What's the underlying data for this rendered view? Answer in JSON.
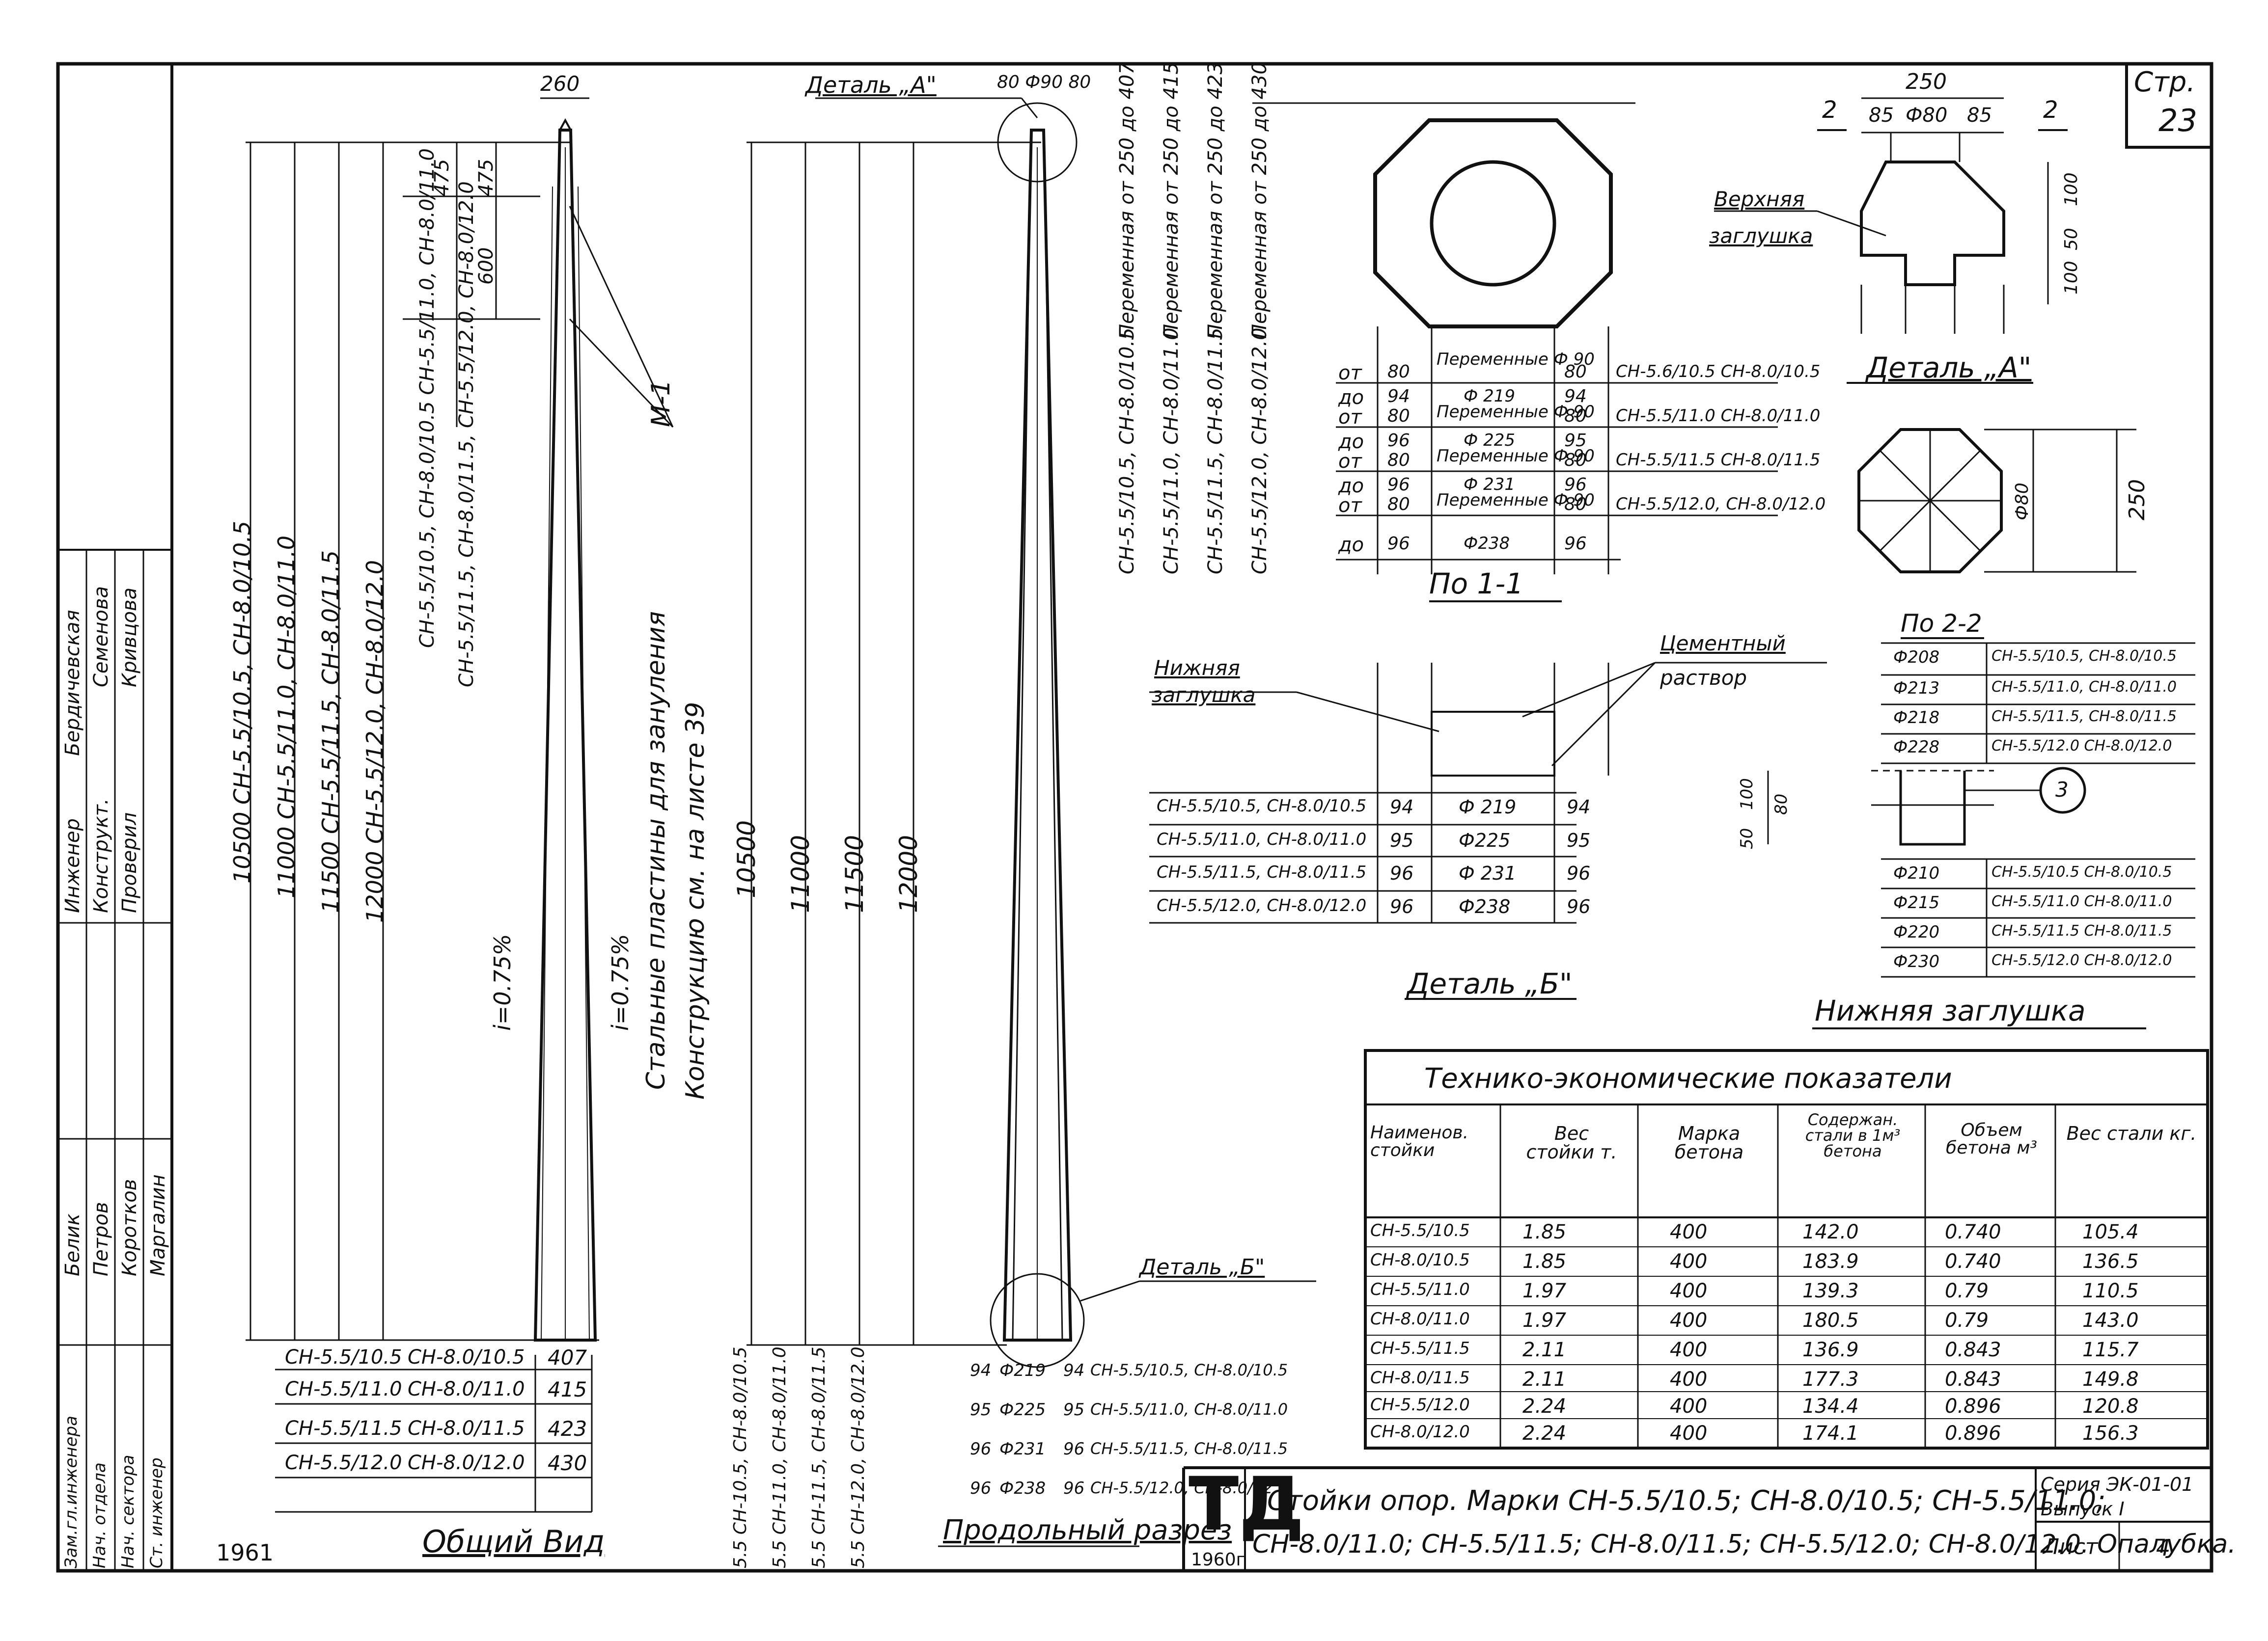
{
  "sheet_label": "Стр.",
  "sheet_number": "23",
  "year_stamp": "1961",
  "stamp_letters": "ТД",
  "stamp_year": "1960г",
  "general_view": {
    "title": "Общий Вид",
    "width_dim": "260",
    "heights": [
      "10500 СН-5.5/10.5, СН-8.0/10.5",
      "11000 СН-5.5/11.0, СН-8.0/11.0",
      "11500 СН-5.5/11.5, СН-8.0/11.5",
      "12000 СН-5.5/12.0, СН-8.0/12.0"
    ],
    "top_dims": [
      "475",
      "475",
      "600"
    ],
    "top_dims_labels": [
      "СН-5.5/10.5, СН-8.0/10.5 СН-5.5/11.0, СН-8.0/11.0",
      "СН-5.5/11.5, СН-8.0/11.5, СН-5.5/12.0, СН-8.0/12.0"
    ],
    "slope1": "i=0.75%",
    "slope2": "i=0.75%",
    "plate_label": "М-1",
    "plate_note_1": "Стальные пластины для зануления",
    "plate_note_2": "Конструкцию см. на листе 39",
    "base_rows": [
      {
        "a": "СН-5.5/10.5",
        "b": "СН-8.0/10.5",
        "v": "407"
      },
      {
        "a": "СН-5.5/11.0",
        "b": "СН-8.0/11.0",
        "v": "415"
      },
      {
        "a": "СН-5.5/11.5",
        "b": "СН-8.0/11.5",
        "v": "423"
      },
      {
        "a": "СН-5.5/12.0",
        "b": "СН-8.0/12.0",
        "v": "430"
      }
    ]
  },
  "long_section": {
    "title": "Продольный разрез",
    "detail_a": "Деталь „А\"",
    "detail_b": "Деталь „Б\"",
    "top_dims": "80 Ф90 80",
    "lengths": [
      "10500",
      "11000",
      "11500",
      "12000"
    ],
    "left_labels": [
      "5.5 СН-10.5, СН-8.0/10.5",
      "5.5 СН-11.0, СН-8.0/11.0",
      "5.5 СН-11.5, СН-8.0/11.5",
      "5.5 СН-12.0, СН-8.0/12.0"
    ],
    "base_rows": [
      {
        "l": "94",
        "d": "Ф219",
        "r": "94",
        "m": "СН-5.5/10.5, СН-8.0/10.5"
      },
      {
        "l": "95",
        "d": "Ф225",
        "r": "95",
        "m": "СН-5.5/11.0, СН-8.0/11.0"
      },
      {
        "l": "96",
        "d": "Ф231",
        "r": "96",
        "m": "СН-5.5/11.5, СН-8.0/11.5"
      },
      {
        "l": "96",
        "d": "Ф238",
        "r": "96",
        "m": "СН-5.5/12.0, СН-8.0/12.0"
      }
    ]
  },
  "section_11": {
    "title": "По 1-1",
    "variable_labels": [
      "Переменная от 250 до 407",
      "Переменная от 250 до 415",
      "Переменная от 250 до 423",
      "Переменная от 250 до 430"
    ],
    "marks": [
      "СН-5.5/10.5, СН-8.0/10.5",
      "СН-5.5/11.0, СН-8.0/11.0",
      "СН-5.5/11.5, СН-8.0/11.5",
      "СН-5.5/12.0, СН-8.0/12.0"
    ],
    "rows": [
      {
        "k": "от",
        "l": "80",
        "c": "Переменные Ф 90",
        "r": "80",
        "m": "СН-5.6/10.5 СН-8.0/10.5"
      },
      {
        "k": "до",
        "l": "94",
        "c": "Ф 219",
        "r": "94",
        "m": ""
      },
      {
        "k": "от",
        "l": "80",
        "c": "Переменные Ф 90",
        "r": "80",
        "m": "СН-5.5/11.0 СН-8.0/11.0"
      },
      {
        "k": "до",
        "l": "96",
        "c": "Ф 225",
        "r": "95",
        "m": ""
      },
      {
        "k": "от",
        "l": "80",
        "c": "Переменные Ф 90",
        "r": "80",
        "m": "СН-5.5/11.5 СН-8.0/11.5"
      },
      {
        "k": "до",
        "l": "96",
        "c": "Ф 231",
        "r": "96",
        "m": ""
      },
      {
        "k": "от",
        "l": "80",
        "c": "Переменные Ф 90",
        "r": "80",
        "m": "СН-5.5/12.0, СН-8.0/12.0"
      },
      {
        "k": "до",
        "l": "96",
        "c": "Ф238",
        "r": "96",
        "m": ""
      }
    ]
  },
  "top_cap": {
    "label_1": "Верхняя",
    "label_2": "заглушка",
    "dim_total": "250",
    "dims": [
      "85",
      "Ф80",
      "85"
    ],
    "vert_dims": [
      "100",
      "50",
      "100"
    ],
    "cut_label": "2"
  },
  "detail_a_plan": {
    "title": "Деталь „А\"",
    "dia": "Ф80",
    "size": "250"
  },
  "section_22": {
    "title": "По 2-2",
    "upper": [
      {
        "d": "Ф208",
        "m": "СН-5.5/10.5, СН-8.0/10.5"
      },
      {
        "d": "Ф213",
        "m": "СН-5.5/11.0, СН-8.0/11.0"
      },
      {
        "d": "Ф218",
        "m": "СН-5.5/11.5, СН-8.0/11.5"
      },
      {
        "d": "Ф228",
        "m": "СН-5.5/12.0 СН-8.0/12.0"
      }
    ],
    "lower": [
      {
        "d": "Ф210",
        "m": "СН-5.5/10.5 СН-8.0/10.5"
      },
      {
        "d": "Ф215",
        "m": "СН-5.5/11.0 СН-8.0/11.0"
      },
      {
        "d": "Ф220",
        "m": "СН-5.5/11.5 СН-8.0/11.5"
      },
      {
        "d": "Ф230",
        "m": "СН-5.5/12.0 СН-8.0/12.0"
      }
    ],
    "dims": [
      "100",
      "80",
      "50"
    ],
    "callout": "3",
    "caption": "Нижняя заглушка"
  },
  "detail_b_sec": {
    "title": "Деталь „Б\"",
    "bottom_plug_1": "Нижняя",
    "bottom_plug_2": "заглушка",
    "mortar_1": "Цементный",
    "mortar_2": "раствор",
    "rows": [
      {
        "m": "СН-5.5/10.5, СН-8.0/10.5",
        "l": "94",
        "d": "Ф 219",
        "r": "94"
      },
      {
        "m": "СН-5.5/11.0, СН-8.0/11.0",
        "l": "95",
        "d": "Ф225",
        "r": "95"
      },
      {
        "m": "СН-5.5/11.5, СН-8.0/11.5",
        "l": "96",
        "d": "Ф 231",
        "r": "96"
      },
      {
        "m": "СН-5.5/12.0, СН-8.0/12.0",
        "l": "96",
        "d": "Ф238",
        "r": "96"
      }
    ]
  },
  "tep": {
    "title": "Технико-экономические показатели",
    "headers": [
      "Наименов. стойки",
      "Вес стойки т.",
      "Марка бетона",
      "Содержан. стали в 1м³ бетона",
      "Объем бетона м³",
      "Вес стали кг."
    ],
    "rows": [
      [
        "СН-5.5/10.5",
        "1.85",
        "400",
        "142.0",
        "0.740",
        "105.4"
      ],
      [
        "СН-8.0/10.5",
        "1.85",
        "400",
        "183.9",
        "0.740",
        "136.5"
      ],
      [
        "СН-5.5/11.0",
        "1.97",
        "400",
        "139.3",
        "0.79",
        "110.5"
      ],
      [
        "СН-8.0/11.0",
        "1.97",
        "400",
        "180.5",
        "0.79",
        "143.0"
      ],
      [
        "СН-5.5/11.5",
        "2.11",
        "400",
        "136.9",
        "0.843",
        "115.7"
      ],
      [
        "СН-8.0/11.5",
        "2.11",
        "400",
        "177.3",
        "0.843",
        "149.8"
      ],
      [
        "СН-5.5/12.0",
        "2.24",
        "400",
        "134.4",
        "0.896",
        "120.8"
      ],
      [
        "СН-8.0/12.0",
        "2.24",
        "400",
        "174.1",
        "0.896",
        "156.3"
      ]
    ]
  },
  "title_block": {
    "line1": "Стойки опор. Марки СН-5.5/10.5; СН-8.0/10.5; СН-5.5/11.0;",
    "line2": "СН-8.0/11.0; СН-5.5/11.5; СН-8.0/11.5; СН-5.5/12.0; СН-8.0/12.0. Опалубка.",
    "series": "Серия ЭК-01-01",
    "issue": "Выпуск I",
    "sheet_label": "Лист",
    "sheet_no": "4"
  },
  "signatures": {
    "roles": [
      "Инженер",
      "Конструкт.",
      "Проверил"
    ],
    "names": [
      "Бердичевская",
      "Семенова",
      "Кривцова"
    ],
    "roles2": [
      "Зам.гл.инженера",
      "Нач. отдела",
      "Нач. сектора",
      "Ст. инженер"
    ],
    "names2": [
      "Белик",
      "Петров",
      "Коротков",
      "Маргалин"
    ]
  }
}
